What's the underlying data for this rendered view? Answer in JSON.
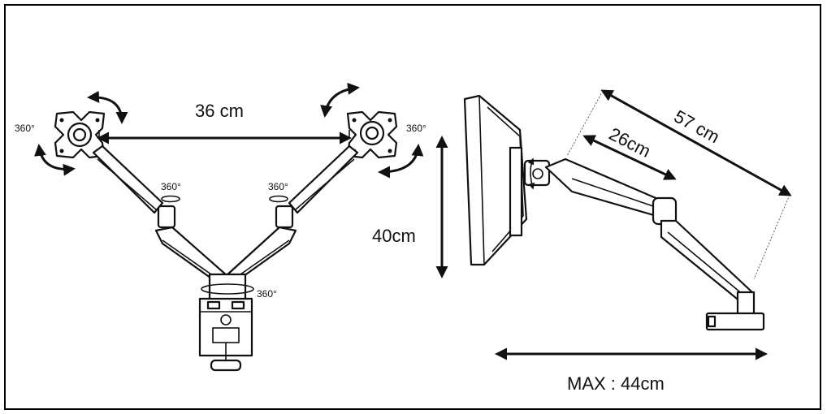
{
  "front_view": {
    "span_label": "36 cm",
    "rot_tl": "360°",
    "rot_tr": "360°",
    "rot_joint_left": "360°",
    "rot_joint_right": "360°",
    "rot_base": "360°"
  },
  "side_view": {
    "height_label": "40cm",
    "reach_label": "57 cm",
    "arm_label": "26cm",
    "max_label": "MAX : 44cm"
  },
  "colors": {
    "line": "#111111",
    "background": "#ffffff"
  }
}
